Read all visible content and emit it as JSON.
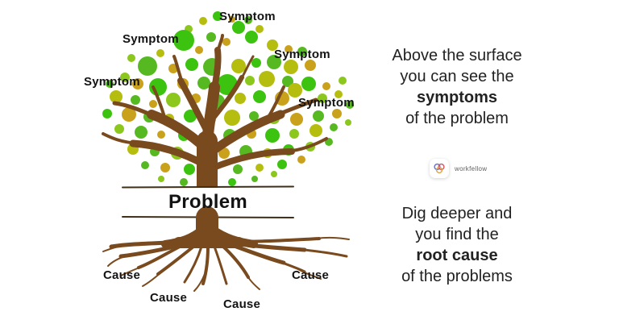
{
  "diagram": {
    "symptom_labels": [
      "Symptom",
      "Symptom",
      "Symptom",
      "Symptom",
      "Symptom"
    ],
    "problem_label": "Problem",
    "cause_labels": [
      "Cause",
      "Cause",
      "Cause",
      "Cause"
    ]
  },
  "right_panel": {
    "surface_text": {
      "line1": "Above the surface",
      "line2": "you can see the",
      "bold": "symptoms",
      "line3": "of the problem"
    },
    "logo": {
      "text": "workfellow"
    },
    "deeper_text": {
      "line1": "Dig deeper and",
      "line2": "you find the",
      "bold": "root cause",
      "line3": "of the problems"
    }
  },
  "colors": {
    "leaf_palette": [
      "#3cc30f",
      "#56b922",
      "#8cc71d",
      "#b5bd0e",
      "#c9a11b"
    ],
    "trunk_brown": "#7a4a1f",
    "ground_line": "#3f2e18",
    "label_text": "#131313",
    "body_text": "#222222"
  }
}
